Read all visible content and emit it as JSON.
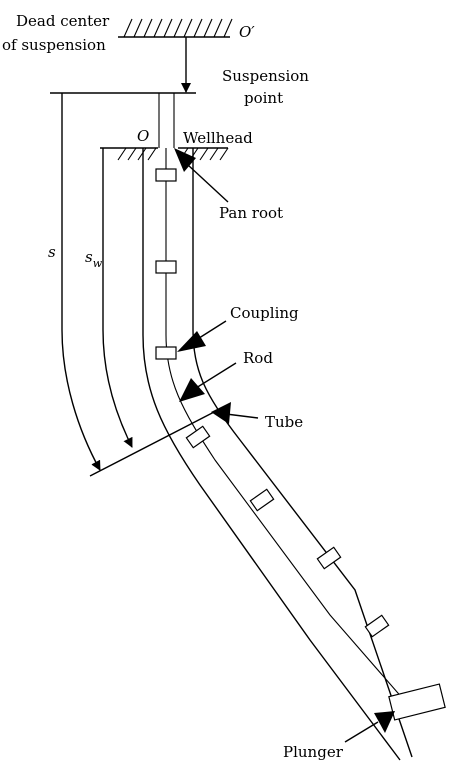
{
  "labels": {
    "dead_center_line1": "Dead center",
    "dead_center_line2": "of suspension",
    "o_prime": "O′",
    "suspension_line1": "Suspension",
    "suspension_line2": "point",
    "o": "O",
    "wellhead": "Wellhead",
    "pan_root": "Pan root",
    "s": "s",
    "sw_main": "s",
    "sw_sub": "w",
    "coupling": "Coupling",
    "rod": "Rod",
    "tube": "Tube",
    "plunger": "Plunger"
  }
}
